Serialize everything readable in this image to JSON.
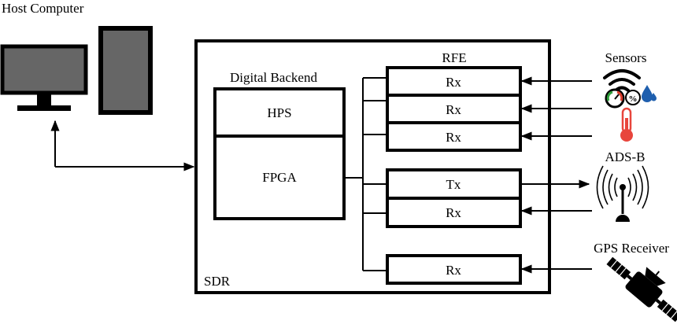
{
  "diagram": {
    "host_computer_label": "Host Computer",
    "sdr_label": "SDR",
    "digital_backend_label": "Digital Backend",
    "hps_label": "HPS",
    "fpga_label": "FPGA",
    "rfe_label": "RFE",
    "channels": {
      "rx1": "Rx",
      "rx2": "Rx",
      "rx3": "Rx",
      "tx": "Tx",
      "rx4": "Rx",
      "rx5": "Rx"
    },
    "sensors_label": "Sensors",
    "humidity_symbol": "%",
    "adsb_label": "ADS-B",
    "gps_label": "GPS Receiver"
  },
  "colors": {
    "line": "#000000",
    "screen": "#666666",
    "thermo": "#e8453c",
    "drop": "#1f5fae",
    "gauge_green": "#2e9c3a",
    "gauge_red": "#d93a2b"
  },
  "icons": [
    "monitor-icon",
    "tower-pc-icon",
    "wifi-icon",
    "gauge-icon",
    "humidity-icon",
    "thermometer-icon",
    "antenna-icon",
    "satellite-icon"
  ]
}
